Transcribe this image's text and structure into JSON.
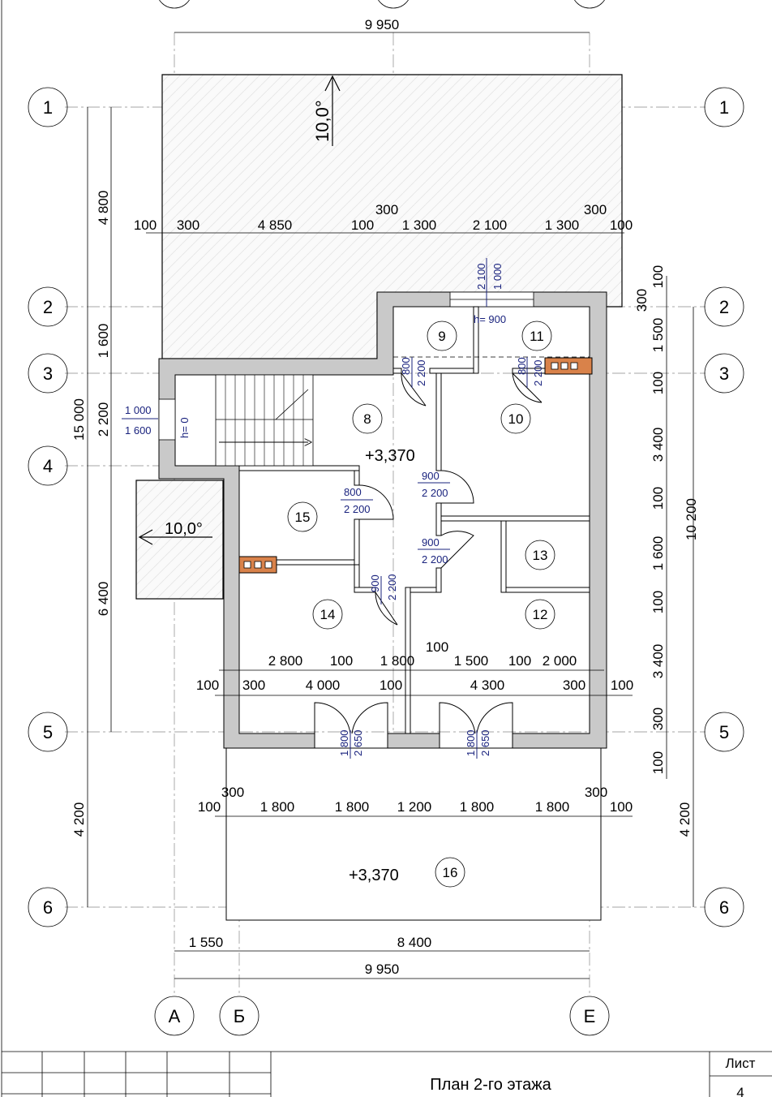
{
  "title": "План 2-го этажа",
  "sheet_label": "Лист",
  "sheet_number": "4",
  "axes": {
    "rows": [
      "1",
      "2",
      "3",
      "4",
      "5",
      "6"
    ],
    "cols": [
      "А",
      "Б",
      "Е"
    ]
  },
  "dims": {
    "top_total": "9 950",
    "bottom_total": "9 950",
    "bottom_a": "1 550",
    "bottom_b": "8 400",
    "left_4800": "4 800",
    "left_1600": "1 600",
    "left_2200": "2 200",
    "left_15000": "15 000",
    "left_6400": "6 400",
    "left_4200": "4 200",
    "right_100a": "100",
    "right_300a": "300",
    "right_1500": "1 500",
    "right_100b": "100",
    "right_3400a": "3 400",
    "right_100c": "100",
    "right_1600": "1 600",
    "right_100d": "100",
    "right_3400b": "3 400",
    "right_300b": "300",
    "right_100e": "100",
    "right_10200": "10 200",
    "right_4200": "4 200",
    "row1": [
      "100",
      "300",
      "4 850",
      "100",
      "300",
      "1 300",
      "2 100",
      "1 300",
      "300",
      "100"
    ],
    "row2": [
      "2 800",
      "100",
      "1 800",
      "100",
      "1 500",
      "100",
      "2 000"
    ],
    "row3": [
      "100",
      "300",
      "4 000",
      "100",
      "4 300",
      "300",
      "100"
    ],
    "row4": [
      "100",
      "300",
      "1 800",
      "1 800",
      "1 200",
      "1 800",
      "1 800",
      "300",
      "100"
    ]
  },
  "slopes": {
    "roof": "10,0°",
    "canopy": "10,0°"
  },
  "levels": {
    "floor": "+3,370",
    "balcony": "+3,370"
  },
  "rooms": [
    "8",
    "9",
    "10",
    "11",
    "12",
    "13",
    "14",
    "15",
    "16"
  ],
  "openings": {
    "window_top_w": "2 100",
    "window_top_h": "1 000",
    "window_top_sill": "h= 900",
    "stair_w": "1 000",
    "stair_h": "1 600",
    "stair_sill": "h= 0",
    "d9_w": "800",
    "d9_h": "2 200",
    "d10_w": "800",
    "d10_h": "2 200",
    "d10b_w": "900",
    "d10b_h": "2 200",
    "d15_w": "800",
    "d15_h": "2 200",
    "d13_w": "900",
    "d13_h": "2 200",
    "d14_w": "900",
    "d14_h": "2 200",
    "bd1_w": "1 800",
    "bd1_h": "2 650",
    "bd2_w": "1 800",
    "bd2_h": "2 650"
  }
}
